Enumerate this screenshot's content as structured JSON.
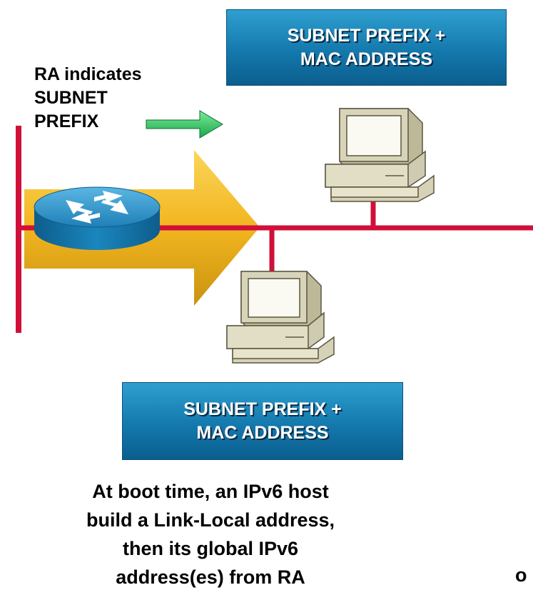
{
  "top_box": {
    "line1": "SUBNET PREFIX +",
    "line2": "MAC ADDRESS"
  },
  "bottom_box": {
    "line1": "SUBNET PREFIX +",
    "line2": "MAC ADDRESS"
  },
  "ra_label": {
    "line1": "RA indicates",
    "line2": "SUBNET",
    "line3": "PREFIX"
  },
  "caption": {
    "line1": "At boot time, an IPv6 host",
    "line2": "build a Link-Local address,",
    "line3": "then its global IPv6",
    "line4": "address(es) from RA"
  },
  "stray_text": "o",
  "icons": [
    "router-icon",
    "computer-icon",
    "computer-icon",
    "green-arrow-icon",
    "gold-arrow-icon"
  ],
  "colors": {
    "link": "#d0103a",
    "box": "#1479ad",
    "gold": "#f2b51f",
    "green": "#22c35c"
  }
}
